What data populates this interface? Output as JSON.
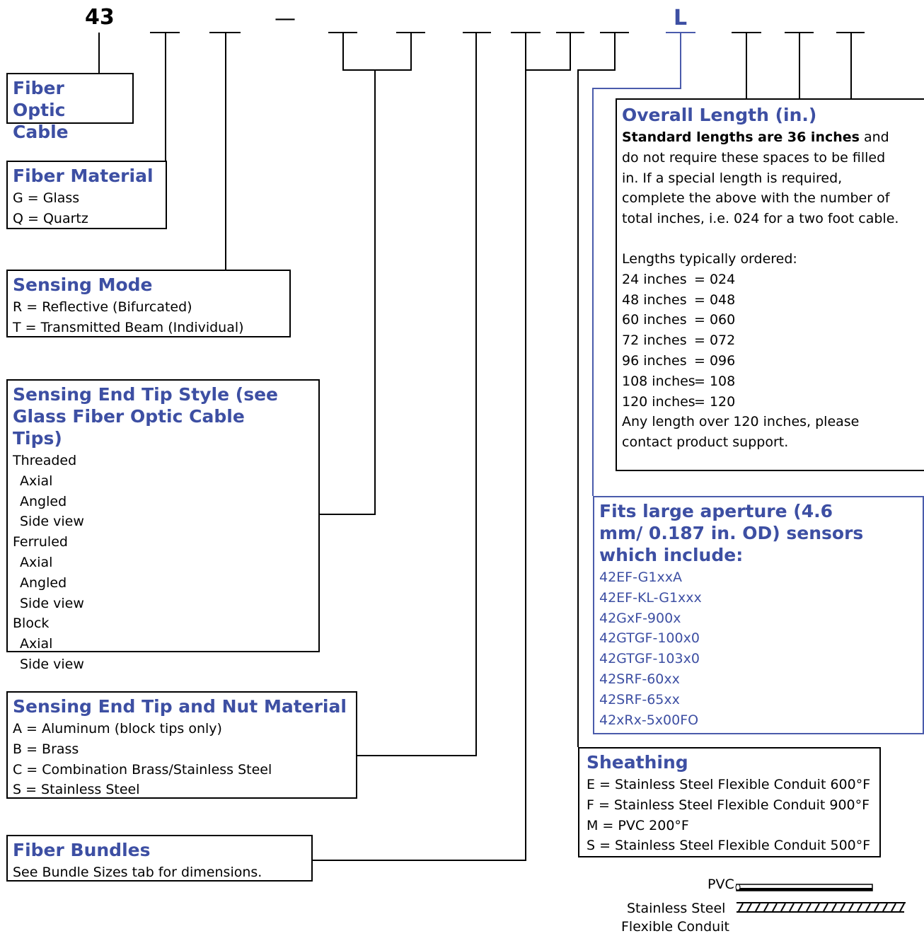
{
  "code": {
    "prefix": "43",
    "dash": "—",
    "letter": "L"
  },
  "fiber_optic": {
    "title": "Fiber Optic Cable"
  },
  "fiber_material": {
    "title": "Fiber Material",
    "items": [
      "G = Glass",
      "Q = Quartz"
    ]
  },
  "sensing_mode": {
    "title": "Sensing Mode",
    "items": [
      "R = Reflective (Bifurcated)",
      "T = Transmitted Beam (Individual)"
    ]
  },
  "tip_style": {
    "title": "Sensing End Tip Style (see Glass Fiber Optic Cable Tips)",
    "items": [
      {
        "text": "Threaded",
        "indent": false
      },
      {
        "text": "Axial",
        "indent": true
      },
      {
        "text": "Angled",
        "indent": true
      },
      {
        "text": "Side view",
        "indent": true
      },
      {
        "text": "Ferruled",
        "indent": false
      },
      {
        "text": "Axial",
        "indent": true
      },
      {
        "text": "Angled",
        "indent": true
      },
      {
        "text": "Side view",
        "indent": true
      },
      {
        "text": "Block",
        "indent": false
      },
      {
        "text": "Axial",
        "indent": true
      },
      {
        "text": "Side view",
        "indent": true
      }
    ]
  },
  "tip_material": {
    "title": "Sensing End Tip and Nut Material",
    "items": [
      "A = Aluminum (block tips only)",
      "B = Brass",
      "C = Combination Brass/Stainless Steel",
      "S = Stainless Steel"
    ]
  },
  "fiber_bundles": {
    "title": "Fiber Bundles",
    "text": "See Bundle Sizes tab for dimensions."
  },
  "overall_length": {
    "title": "Overall Length (in.)",
    "intro_bold": "Standard lengths are 36 inches",
    "intro_rest": " and",
    "intro_lines": [
      "do not require these spaces to be filled",
      "in. If a special length is required,",
      "complete the above with the number of",
      "total inches, i.e. 024 for a two foot cable."
    ],
    "typical_label": "Lengths typically ordered:",
    "rows": [
      {
        "inches": "24 inches",
        "code": "= 024"
      },
      {
        "inches": "48 inches",
        "code": "= 048"
      },
      {
        "inches": "60 inches",
        "code": "= 060"
      },
      {
        "inches": "72 inches",
        "code": "= 072"
      },
      {
        "inches": "96 inches",
        "code": "= 096"
      },
      {
        "inches": "108 inches",
        "code": "= 108"
      },
      {
        "inches": "120 inches",
        "code": "= 120"
      }
    ],
    "footer": [
      "Any length over 120 inches, please",
      "contact product support."
    ]
  },
  "aperture": {
    "title": "Fits large aperture (4.6 mm/ 0.187 in. OD) sensors which include:",
    "items": [
      "42EF-G1xxA",
      "42EF-KL-G1xxx",
      "42GxF-900x",
      "42GTGF-100x0",
      "42GTGF-103x0",
      "42SRF-60xx",
      "42SRF-65xx",
      "42xRx-5x00FO"
    ]
  },
  "sheathing": {
    "title": "Sheathing",
    "items": [
      "E = Stainless Steel Flexible Conduit 600°F",
      "F = Stainless Steel Flexible Conduit 900°F",
      "M = PVC 200°F",
      "S = Stainless Steel Flexible Conduit 500°F"
    ]
  },
  "legend": {
    "pvc": "PVC",
    "steel_line1": "Stainless Steel",
    "steel_line2": "Flexible Conduit"
  },
  "colors": {
    "accent_blue": "#3d4fa3",
    "line": "#000000",
    "blue_line": "#4a5bab"
  }
}
